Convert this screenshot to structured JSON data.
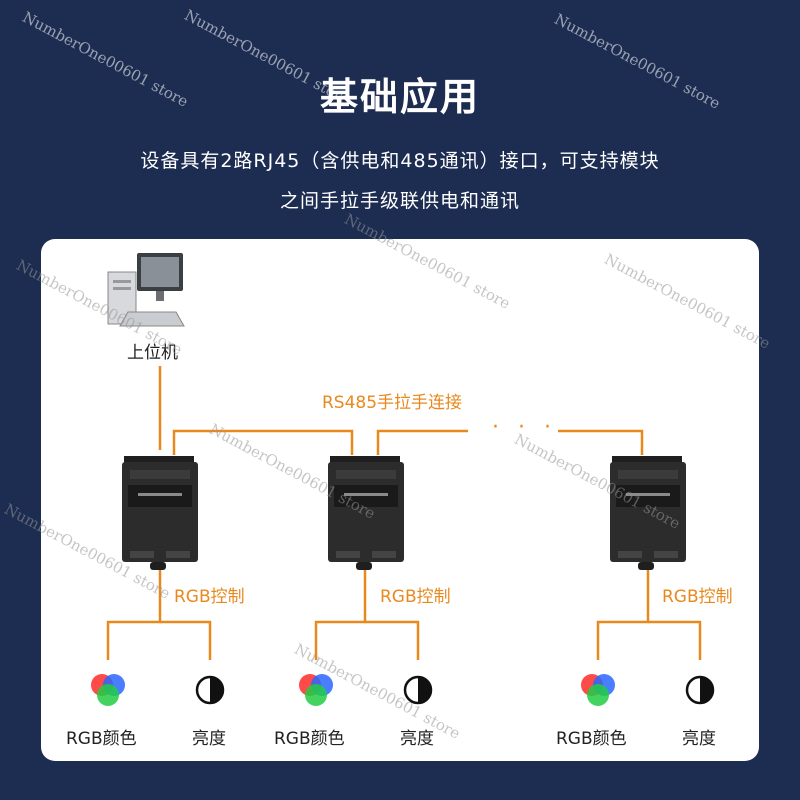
{
  "header": {
    "title": "基础应用",
    "line1": "设备具有2路RJ45（含供电和485通讯）接口，可支持模块",
    "line2": "之间手拉手级联供电和通讯"
  },
  "diagram": {
    "host_label": "上位机",
    "bus_label": "RS485手拉手连接",
    "ellipsis": "· · ·",
    "modules": [
      {
        "control_label": "RGB控制",
        "left_label": "RGB颜色",
        "right_label": "亮度"
      },
      {
        "control_label": "RGB控制",
        "left_label": "RGB颜色",
        "right_label": "亮度"
      },
      {
        "control_label": "RGB控制",
        "left_label": "RGB颜色",
        "right_label": "亮度"
      }
    ]
  },
  "watermark": "NumberOne00601 store",
  "colors": {
    "background": "#1d2d52",
    "line": "#e8891e",
    "card": "#ffffff",
    "device": "#2c2c2c"
  }
}
